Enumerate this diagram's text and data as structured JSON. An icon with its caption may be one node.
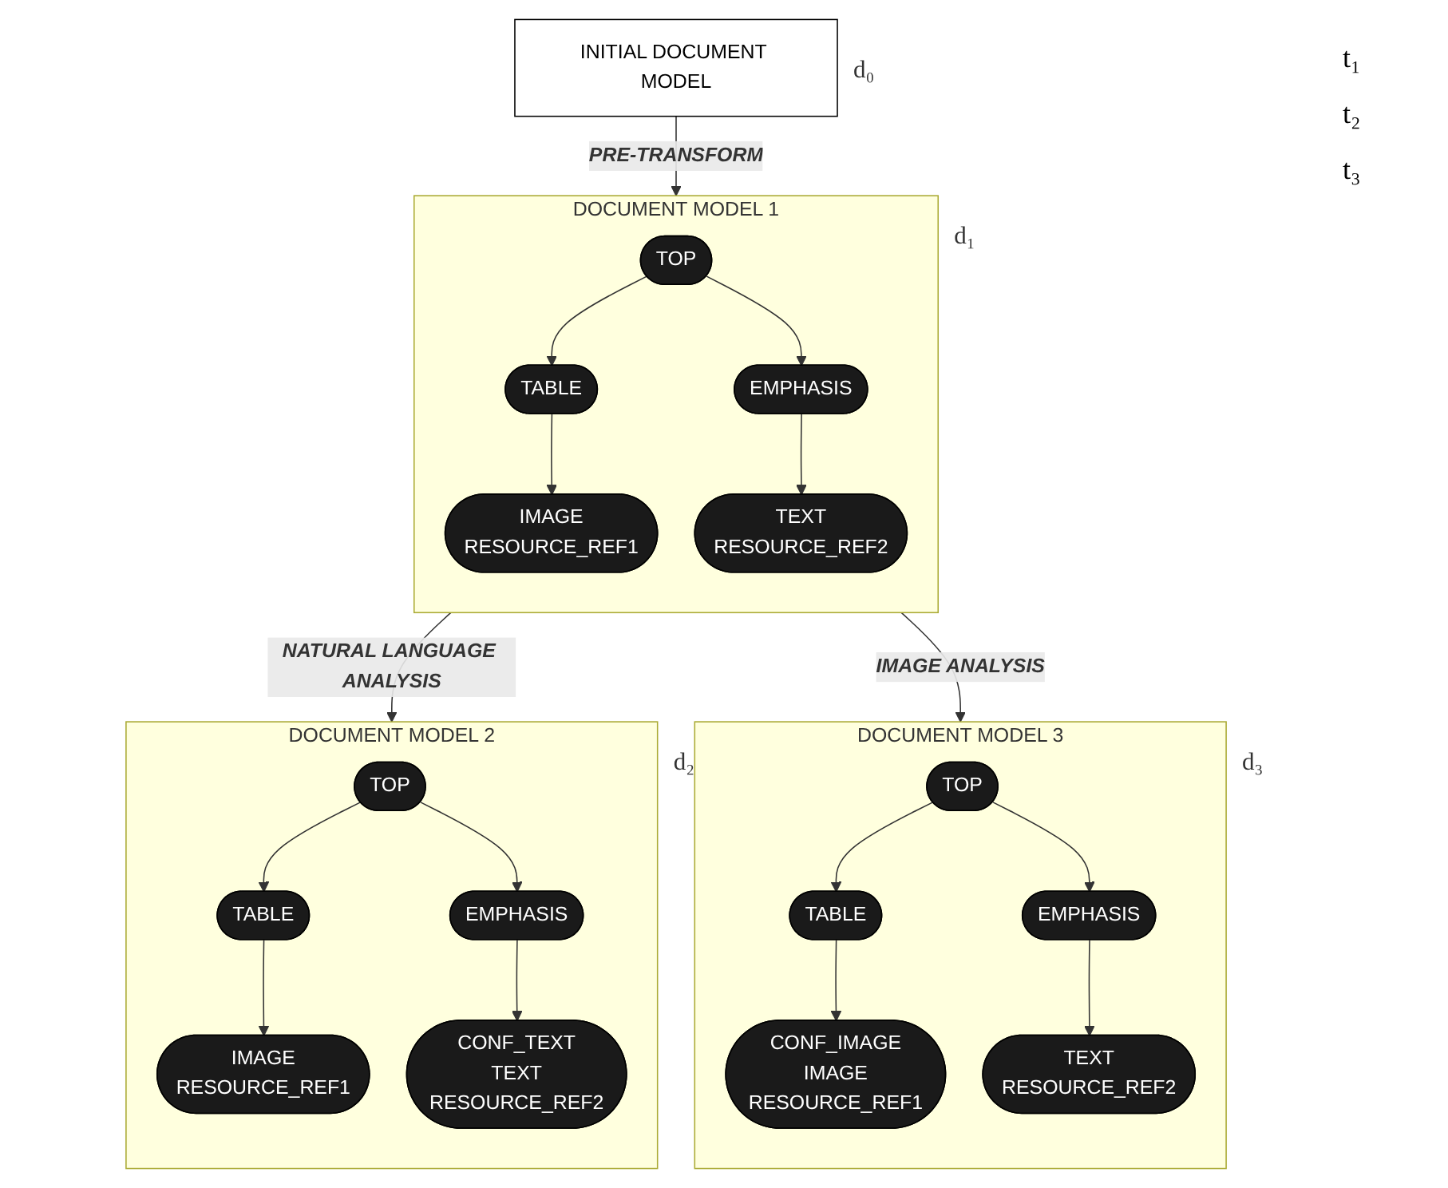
{
  "diagram": {
    "nodes": [
      {
        "text": [
          "INITIAL DOCUMENT MODEL"
        ],
        "beside": [
          "d₀"
        ]
      },
      {
        "text": [
          "DOCUMENT MODEL 1"
        ],
        "beside": [
          "d₁"
        ]
      },
      {
        "text": [
          "TOP"
        ],
        "in": 1
      },
      {
        "text": [
          "TABLE"
        ],
        "in": 1
      },
      {
        "text": [
          "EMPHASIS"
        ],
        "in": 1
      },
      {
        "text": [
          "IMAGE",
          "RESOURCE_REF1"
        ],
        "in": 1
      },
      {
        "text": [
          "TEXT",
          "RESOURCE_REF2"
        ],
        "in": 1
      },
      {
        "text": [
          "DOCUMENT MODEL 2"
        ],
        "beside": [
          "d₂"
        ]
      },
      {
        "text": [
          "TOP"
        ],
        "in": 7
      },
      {
        "text": [
          "TABLE"
        ],
        "in": 7
      },
      {
        "text": [
          "EMPHASIS"
        ],
        "in": 7
      },
      {
        "text": [
          "IMAGE",
          "RESOURCE_REF1"
        ],
        "in": 7
      },
      {
        "text": [
          "CONF_TEXT",
          "TEXT",
          "RESOURCE_REF2"
        ],
        "in": 7
      },
      {
        "text": [
          "DOCUMENT MODEL 3"
        ],
        "beside": [
          "d₃"
        ]
      },
      {
        "text": [
          "TOP"
        ],
        "in": 13
      },
      {
        "text": [
          "TABLE"
        ],
        "in": 13
      },
      {
        "text": [
          "EMPHASIS"
        ],
        "in": 13
      },
      {
        "text": [
          "CONF_IMAGE",
          "IMAGE",
          "RESOURCE_REF1"
        ],
        "in": 13
      },
      {
        "text": [
          "TEXT",
          "RESOURCE_REF2"
        ],
        "in": 13
      }
    ],
    "edges": [
      {
        "from": 0,
        "to": 1,
        "arrow": "to",
        "label": "PRE-TRANSFORM"
      },
      {
        "from": 2,
        "to": 3,
        "arrow": "to"
      },
      {
        "from": 2,
        "to": 4,
        "arrow": "to"
      },
      {
        "from": 3,
        "to": 5,
        "arrow": "to"
      },
      {
        "from": 4,
        "to": 6,
        "arrow": "to"
      },
      {
        "from": 1,
        "to": 7,
        "arrow": "to",
        "label": "NATURAL LANGUAGE ANALYSIS"
      },
      {
        "from": 1,
        "to": 13,
        "arrow": "to",
        "label": "IMAGE ANALYSIS"
      },
      {
        "from": 8,
        "to": 9,
        "arrow": "to"
      },
      {
        "from": 8,
        "to": 10,
        "arrow": "to"
      },
      {
        "from": 9,
        "to": 11,
        "arrow": "to"
      },
      {
        "from": 10,
        "to": 12,
        "arrow": "to"
      },
      {
        "from": 14,
        "to": 15,
        "arrow": "to"
      },
      {
        "from": 14,
        "to": 16,
        "arrow": "to"
      },
      {
        "from": 15,
        "to": 17,
        "arrow": "to"
      },
      {
        "from": 16,
        "to": 18,
        "arrow": "to"
      }
    ],
    "labels": [
      "t₁",
      "t₂",
      "t₃"
    ]
  }
}
